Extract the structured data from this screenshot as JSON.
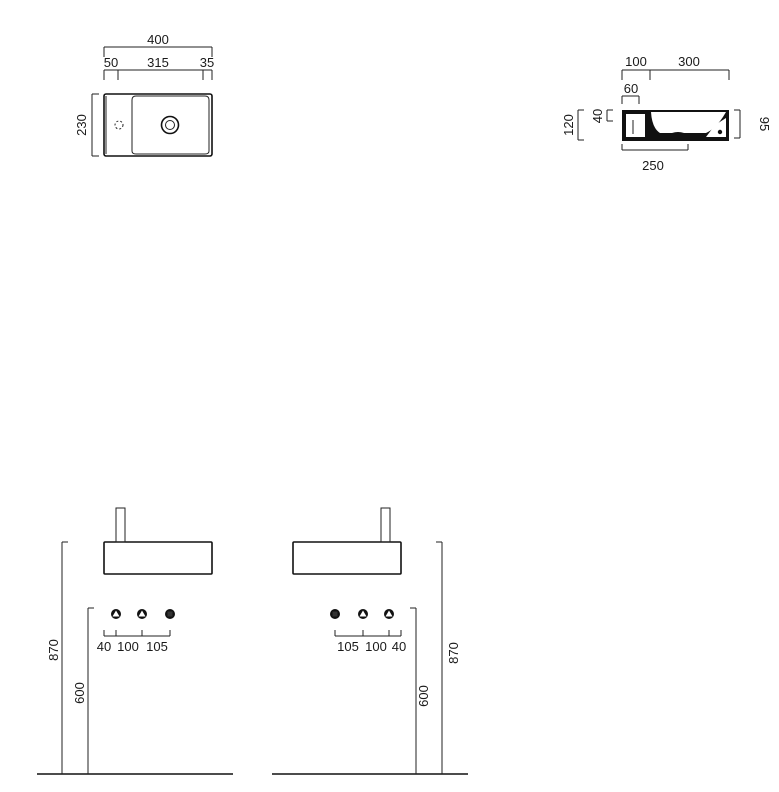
{
  "top_view": {
    "overall_width": "400",
    "left_offset": "50",
    "basin_width": "315",
    "right_offset": "35",
    "depth": "230"
  },
  "section_view": {
    "tap_offset": "100",
    "basin_span": "300",
    "tap_hole": "60",
    "total_height": "120",
    "rim_height": "40",
    "bowl_height": "95",
    "base_width": "250"
  },
  "left_elevation": {
    "height_total": "870",
    "height_support": "600",
    "spacing": [
      "40",
      "100",
      "105"
    ]
  },
  "right_elevation": {
    "height_total": "870",
    "height_support": "600",
    "spacing": [
      "105",
      "100",
      "40"
    ]
  }
}
